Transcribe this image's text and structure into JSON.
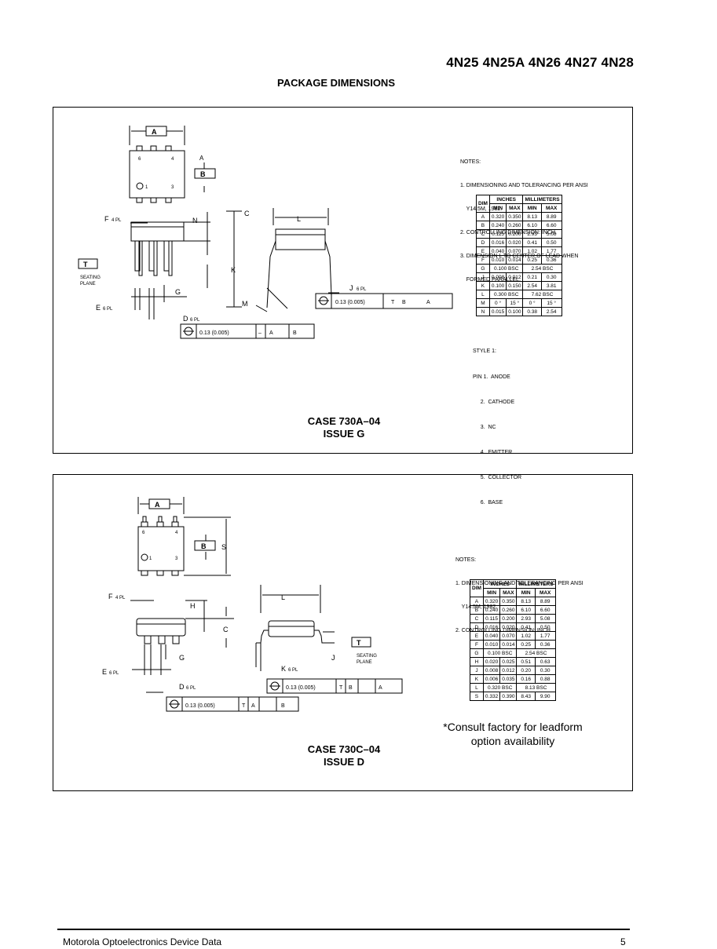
{
  "header": {
    "part_numbers": "4N25 4N25A 4N26 4N27 4N28",
    "section": "PACKAGE DIMENSIONS"
  },
  "case1": {
    "notes": [
      "NOTES:",
      "1. DIMENSIONING AND TOLERANCING PER ANSI",
      "    Y14.5M, 1982.",
      "2. CONTROLLING DIMENSION: INCH.",
      "3. DIMENSION L TO CENTER OF LEAD WHEN",
      "    FORMED PARALLEL."
    ],
    "table_header": {
      "dim": "DIM",
      "inches": "INCHES",
      "millimeters": "MILLIMETERS",
      "min": "MIN",
      "max": "MAX"
    },
    "rows": [
      [
        "A",
        "0.320",
        "0.350",
        "8.13",
        "8.89"
      ],
      [
        "B",
        "0.240",
        "0.260",
        "6.10",
        "6.60"
      ],
      [
        "C",
        "0.115",
        "0.200",
        "2.93",
        "5.08"
      ],
      [
        "D",
        "0.016",
        "0.020",
        "0.41",
        "0.50"
      ],
      [
        "E",
        "0.040",
        "0.070",
        "1.02",
        "1.77"
      ],
      [
        "F",
        "0.010",
        "0.014",
        "0.25",
        "0.36"
      ],
      [
        "G",
        "0.100 BSC",
        "2.54 BSC"
      ],
      [
        "J",
        "0.008",
        "0.012",
        "0.21",
        "0.30"
      ],
      [
        "K",
        "0.100",
        "0.150",
        "2.54",
        "3.81"
      ],
      [
        "L",
        "0.300 BSC",
        "7.62 BSC"
      ],
      [
        "M",
        "0 °",
        "15 °",
        "0 °",
        "15 °"
      ],
      [
        "N",
        "0.015",
        "0.100",
        "0.38",
        "2.54"
      ]
    ],
    "style_title": "STYLE 1:",
    "pins": [
      "PIN 1.  ANODE",
      "     2.  CATHODE",
      "     3.  NC",
      "     4.  EMITTER",
      "     5.  COLLECTOR",
      "     6.  BASE"
    ],
    "case_line": "CASE 730A–04",
    "issue_line": "ISSUE G",
    "labels": {
      "A": "A",
      "B": "B",
      "T": "T",
      "seating1": "SEATING",
      "seating2": "PLANE",
      "F": "F",
      "pl4": "4 PL",
      "E": "E",
      "pl6": "6 PL",
      "G": "G",
      "D": "D",
      "N": "N",
      "C": "C",
      "K": "K",
      "L": "L",
      "J": "J",
      "M": "M",
      "fcf_D_tol": "0.13 (0.005)",
      "fcf_J_tol": "0.13 (0.005)",
      "fcf_T": "T",
      "fcf_A": "A",
      "fcf_B": "B",
      "fcf_dash": "–",
      "pin6": "6",
      "pin4": "4",
      "pin1": "1",
      "pin3": "3"
    }
  },
  "case2": {
    "notes": [
      "NOTES:",
      "1. DIMENSIONING AND TOLERANCING PER ANSI",
      "    Y14.5M, 1982.",
      "2. CONTROLLING DIMENSION: INCH."
    ],
    "table_header": {
      "dim": "DIM",
      "inches": "INCHES",
      "millimeters": "MILLIMETERS",
      "min": "MIN",
      "max": "MAX"
    },
    "rows": [
      [
        "A",
        "0.320",
        "0.350",
        "8.13",
        "8.89"
      ],
      [
        "B",
        "0.240",
        "0.260",
        "6.10",
        "6.60"
      ],
      [
        "C",
        "0.115",
        "0.200",
        "2.93",
        "5.08"
      ],
      [
        "D",
        "0.016",
        "0.020",
        "0.41",
        "0.50"
      ],
      [
        "E",
        "0.040",
        "0.070",
        "1.02",
        "1.77"
      ],
      [
        "F",
        "0.010",
        "0.014",
        "0.25",
        "0.36"
      ],
      [
        "G",
        "0.100 BSC",
        "2.54 BSC"
      ],
      [
        "H",
        "0.020",
        "0.025",
        "0.51",
        "0.63"
      ],
      [
        "J",
        "0.008",
        "0.012",
        "0.20",
        "0.30"
      ],
      [
        "K",
        "0.006",
        "0.035",
        "0.16",
        "0.88"
      ],
      [
        "L",
        "0.320 BSC",
        "8.13 BSC"
      ],
      [
        "S",
        "0.332",
        "0.390",
        "8.43",
        "9.90"
      ]
    ],
    "consult": [
      "*Consult factory for leadform",
      "option availability"
    ],
    "case_line": "CASE 730C–04",
    "issue_line": "ISSUE D",
    "labels": {
      "A": "A",
      "B": "B",
      "S": "S",
      "T": "T",
      "seating1": "SEATING",
      "seating2": "PLANE",
      "F": "F",
      "pl4": "4 PL",
      "H": "H",
      "C": "C",
      "G": "G",
      "E": "E",
      "pl6": "6 PL",
      "D": "D",
      "L": "L",
      "J": "J",
      "K": "K",
      "fcf_D_tol": "0.13 (0.005)",
      "fcf_K_tol": "0.13 (0.005)",
      "fcf_T": "T",
      "fcf_A": "A",
      "fcf_B": "B",
      "pin6": "6",
      "pin4": "4",
      "pin1": "1",
      "pin3": "3"
    }
  },
  "footer": {
    "left": "Motorola Optoelectronics Device Data",
    "page": "5"
  }
}
